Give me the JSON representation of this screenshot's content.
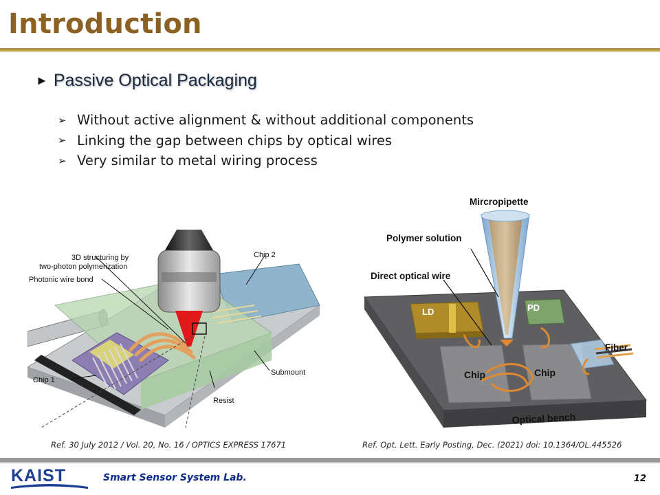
{
  "slide": {
    "title": "Introduction",
    "heading": "Passive Optical Packaging",
    "bullets": [
      "Without active alignment & without additional components",
      "Linking the gap between chips by optical wires",
      "Very similar to metal wiring process"
    ]
  },
  "figure_left": {
    "labels": {
      "structuring": "3D structuring by",
      "structuring2": "two-photon polymerization",
      "wire_bond": "Photonic wire bond",
      "chip2": "Chip 2",
      "chip1": "Chip 1",
      "submount": "Submount",
      "resist": "Resist"
    },
    "reference": "Ref. 30 July 2012 / Vol. 20, No. 16 / OPTICS EXPRESS 17671"
  },
  "figure_right": {
    "labels": {
      "micropipette": "Mircropipette",
      "polymer": "Polymer solution",
      "wire": "Direct optical wire",
      "ld": "LD",
      "pd": "PD",
      "fiber": "Fiber",
      "chip_left": "Chip",
      "chip_right": "Chip",
      "bench": "Optical bench"
    },
    "reference": "Ref. Opt. Lett. Early Posting, Dec. (2021) doi: 10.1364/OL.445526"
  },
  "footer": {
    "logo_text": "KAIST",
    "lab": "Smart Sensor System Lab.",
    "page": "12"
  },
  "colors": {
    "title": "#8c6224",
    "rule": "#b89a45",
    "lab": "#0d2c8a",
    "logo": "#1c3f95"
  }
}
